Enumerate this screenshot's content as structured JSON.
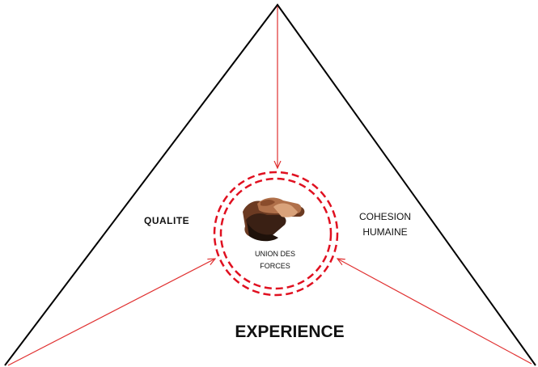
{
  "labels": {
    "quality": "QUALITE",
    "cohesion_line1": "COHESION",
    "cohesion_line2": "HUMAINE",
    "union_line1": "UNION DES",
    "union_line2": "FORCES",
    "experience": "EXPERIENCE"
  },
  "colors": {
    "triangle": "#000000",
    "arrows": "#e03030",
    "circle": "#e01020"
  },
  "center_image": "stacked-hands-image"
}
